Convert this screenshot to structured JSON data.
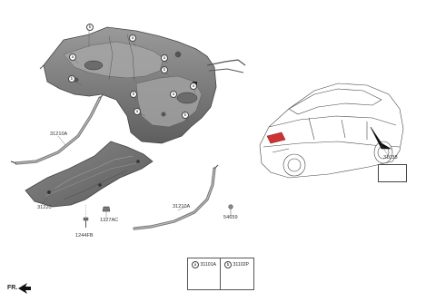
{
  "callouts": {
    "a": "a",
    "b": "b"
  },
  "parts": {
    "strap_left": "31210A",
    "strap_right": "31210A",
    "protector": "31220",
    "nut": "1327AC",
    "bolt": "1244FB",
    "clip": "54659",
    "vehicle_part": "31038"
  },
  "legend": [
    {
      "key": "a",
      "code": "31101A"
    },
    {
      "key": "b",
      "code": "31102P"
    }
  ],
  "direction": "FR."
}
